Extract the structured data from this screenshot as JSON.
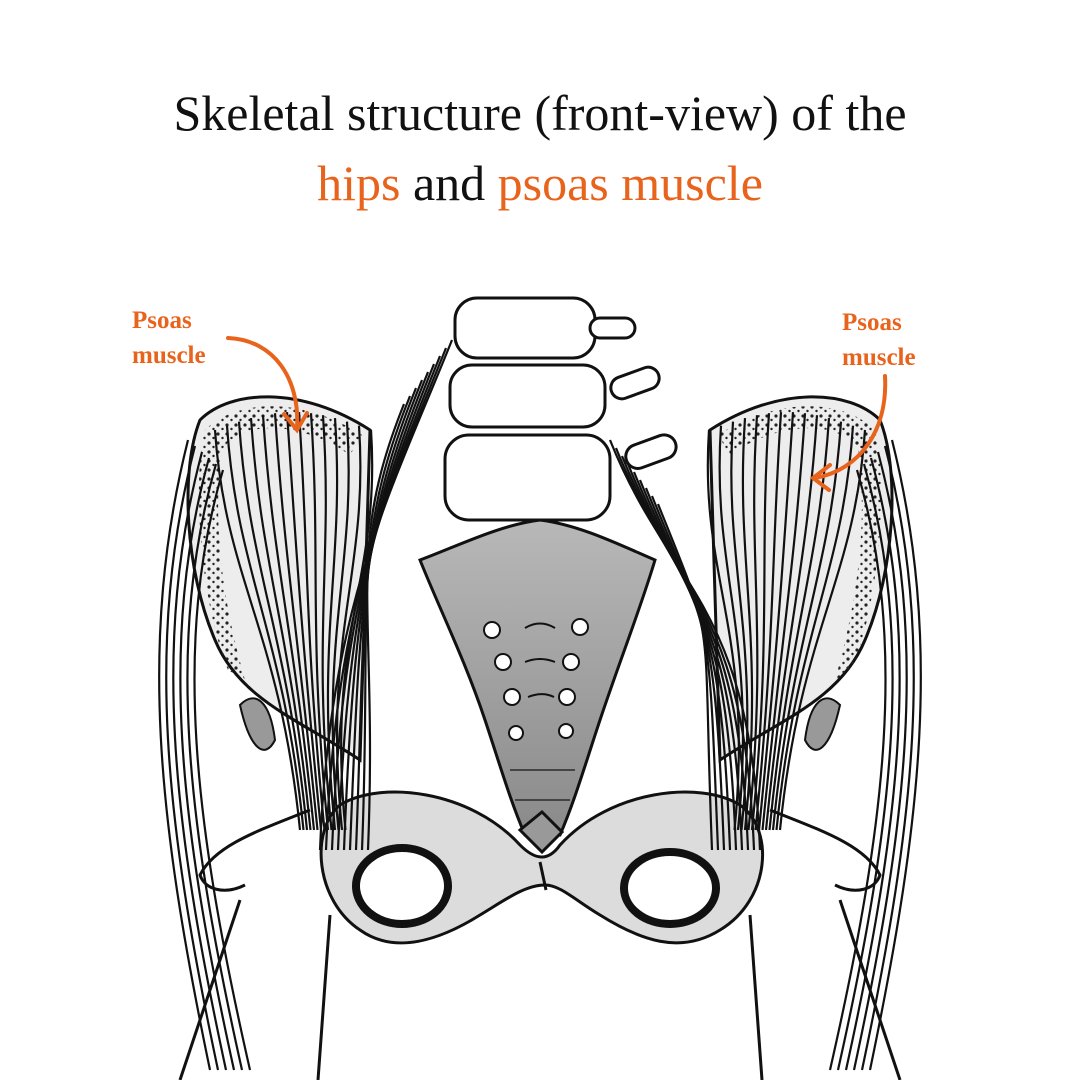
{
  "title": {
    "line1": "Skeletal structure (front-view) of the",
    "line2_part1": "hips",
    "line2_part2": " and ",
    "line2_part3": "psoas muscle"
  },
  "labels": {
    "left": {
      "line1": "Psoas",
      "line2": "muscle"
    },
    "right": {
      "line1": "Psoas",
      "line2": "muscle"
    }
  },
  "colors": {
    "accent": "#e8631c",
    "ink": "#111111",
    "shade": "#9a9a9a",
    "bone": "#f4f4f4"
  }
}
